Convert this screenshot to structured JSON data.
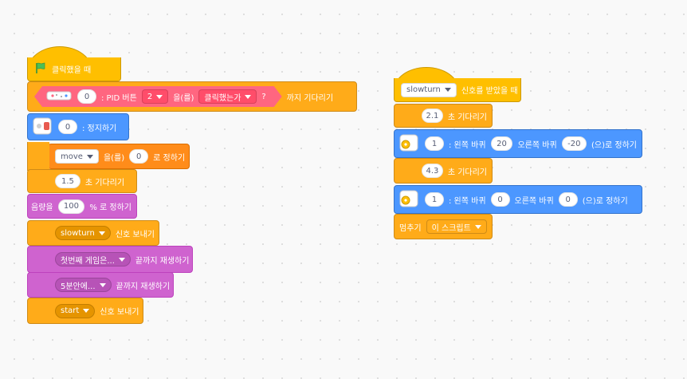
{
  "colors": {
    "events": "#ffab19",
    "control": "#ffab19",
    "sound": "#cf63cf",
    "extension": "#4c97ff",
    "variables": "#ff8c1a",
    "sensing": "#ff6680"
  },
  "script1": {
    "when_clicked_label": "클릭했을 때",
    "flag_icon": "green-flag-icon",
    "wait_until": {
      "index": "0",
      "pid_button_label": ": PID 버튼",
      "button_number": "2",
      "eul_label": "을(를)",
      "state": "클릭했는가",
      "question": "?",
      "suffix": "까지 기다리기"
    },
    "stop_motor": {
      "value": "0",
      "label": ": 정지하기"
    },
    "set_var": {
      "var": "move",
      "eul_label": "을(를)",
      "value": "0",
      "suffix": "로 정하기"
    },
    "wait1": {
      "value": "1.5",
      "label": "초 기다리기"
    },
    "volume": {
      "prefix": "음량을",
      "value": "100",
      "suffix": "% 로 정하기"
    },
    "broadcast1": {
      "message": "slowturn",
      "label": "신호 보내기"
    },
    "play_sound1": {
      "sound": "첫번째 게임은...",
      "label": "끝까지 재생하기"
    },
    "play_sound2": {
      "sound": "5분안에...",
      "label": "끝까지 재생하기"
    },
    "broadcast2": {
      "message": "start",
      "label": "신호 보내기"
    }
  },
  "script2": {
    "when_receive": {
      "message": "slowturn",
      "label": "신호를 받았을 때"
    },
    "wait1": {
      "value": "2.1",
      "label": "초 기다리기"
    },
    "wheels1": {
      "index": "1",
      "left_label": ": 왼쪽 바퀴",
      "left": "20",
      "right_label": "오른쪽 바퀴",
      "right": "-20",
      "suffix": "(으)로 정하기"
    },
    "wait2": {
      "value": "4.3",
      "label": "초 기다리기"
    },
    "wheels2": {
      "index": "1",
      "left_label": ": 왼쪽 바퀴",
      "left": "0",
      "right_label": "오른쪽 바퀴",
      "right": "0",
      "suffix": "(으)로 정하기"
    },
    "stop": {
      "label": "멈추기",
      "option": "이 스크립트"
    }
  }
}
